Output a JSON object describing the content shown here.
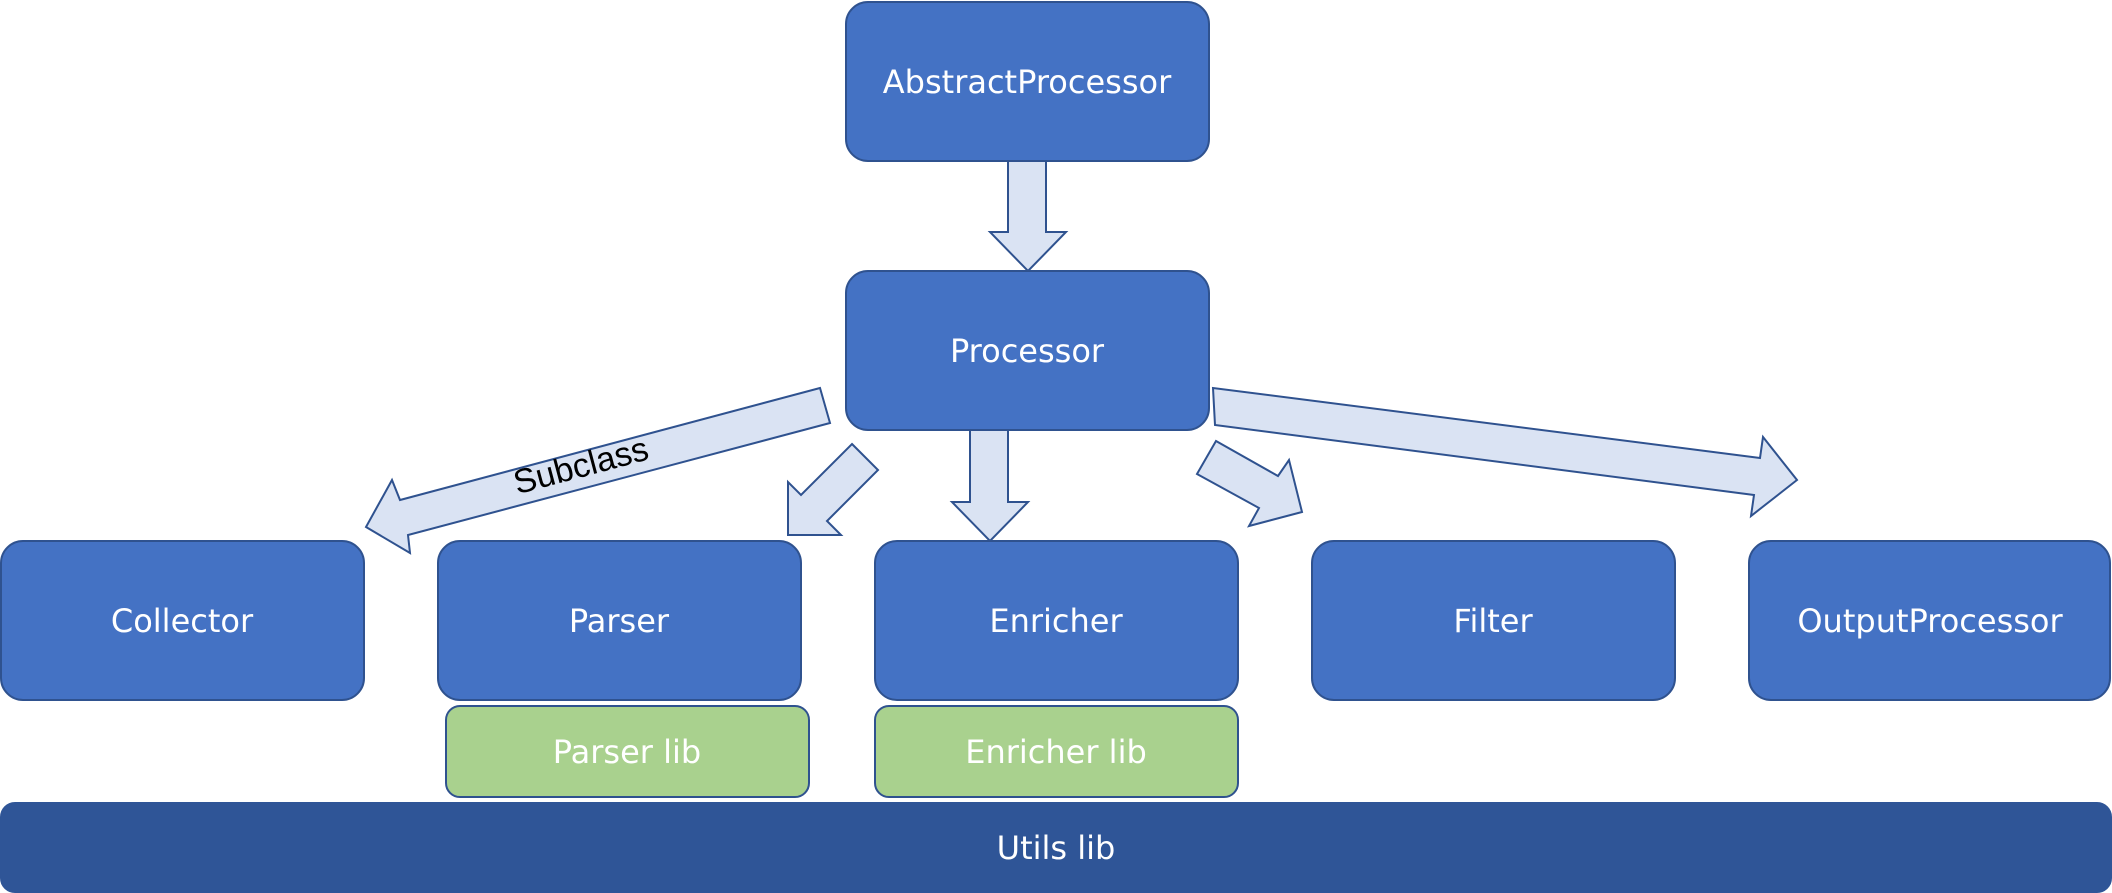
{
  "diagram": {
    "nodes": {
      "abstract_processor": "AbstractProcessor",
      "processor": "Processor",
      "collector": "Collector",
      "parser": "Parser",
      "enricher": "Enricher",
      "filter": "Filter",
      "output_processor": "OutputProcessor",
      "parser_lib": "Parser lib",
      "enricher_lib": "Enricher lib",
      "utils_lib": "Utils lib"
    },
    "edges": [
      {
        "from": "AbstractProcessor",
        "to": "Processor",
        "label": ""
      },
      {
        "from": "Processor",
        "to": "Collector",
        "label": "Subclass"
      },
      {
        "from": "Processor",
        "to": "Parser",
        "label": ""
      },
      {
        "from": "Processor",
        "to": "Enricher",
        "label": ""
      },
      {
        "from": "Processor",
        "to": "Filter",
        "label": ""
      },
      {
        "from": "Processor",
        "to": "OutputProcessor",
        "label": ""
      }
    ],
    "edge_label_subclass": "Subclass"
  },
  "colors": {
    "node_fill": "#4472c4",
    "node_border": "#2f528f",
    "lib_fill": "#a9d18e",
    "utils_fill": "#2f5597",
    "arrow_fill": "#dae3f3",
    "arrow_border": "#2f528f",
    "text_light": "#ffffff",
    "text_dark": "#000000"
  }
}
